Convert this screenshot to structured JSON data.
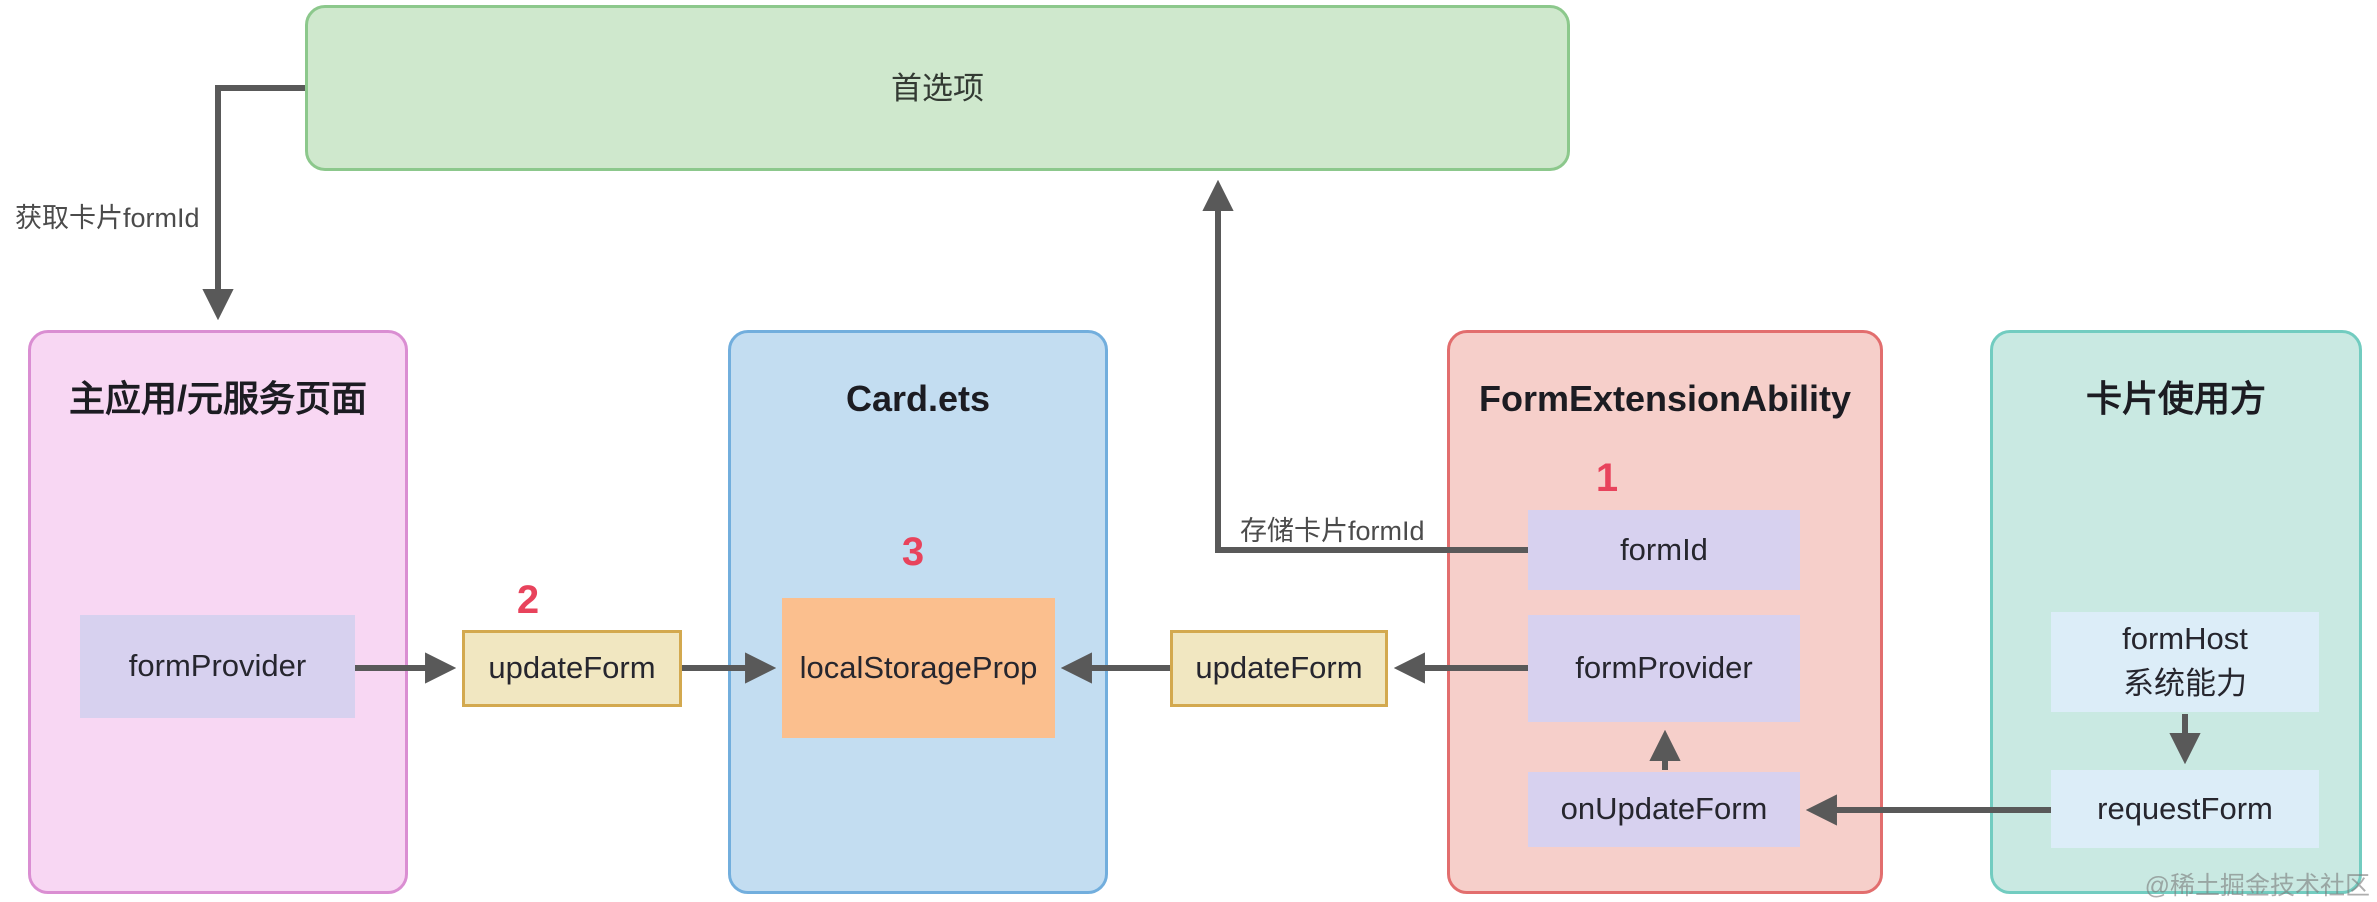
{
  "colors": {
    "green-fill": "#cfe8cd",
    "green-border": "#8cc88c",
    "pink-fill": "#f8d7f3",
    "pink-border": "#da8ed2",
    "blue-fill": "#c3ddf1",
    "blue-border": "#72aedd",
    "red-fill": "#f6cfca",
    "red-border": "#e26e6e",
    "teal-fill": "#c9e9e2",
    "teal-border": "#72ccc0",
    "purple-fill": "#d7d1ef",
    "lightblue-fill": "#dcedf8",
    "yellow-fill": "#f1e7c1",
    "yellow-border": "#d3a94f",
    "orange-fill": "#fbbf8e",
    "arrow-gray": "#595959",
    "step-red": "#e8435c",
    "label-gray": "#4b4b4b"
  },
  "preferences": {
    "title": "首选项"
  },
  "annotations": {
    "get_form_id": "获取卡片formId",
    "store_form_id": "存储卡片formId"
  },
  "main_app": {
    "title": "主应用/元服务页面",
    "form_provider_label": "formProvider"
  },
  "flow_left": {
    "step": "2",
    "update_form_label": "updateForm"
  },
  "card_ets": {
    "title": "Card.ets",
    "step": "3",
    "local_storage_prop_label": "localStorageProp"
  },
  "flow_right": {
    "update_form_label": "updateForm"
  },
  "form_extension_ability": {
    "title": "FormExtensionAbility",
    "step": "1",
    "form_id_label": "formId",
    "form_provider_label": "formProvider",
    "on_update_form_label": "onUpdateForm"
  },
  "card_user": {
    "title": "卡片使用方",
    "form_host_label": "formHost",
    "form_host_sub_label": "系统能力",
    "request_form_label": "requestForm"
  },
  "watermark": "@稀土掘金技术社区"
}
